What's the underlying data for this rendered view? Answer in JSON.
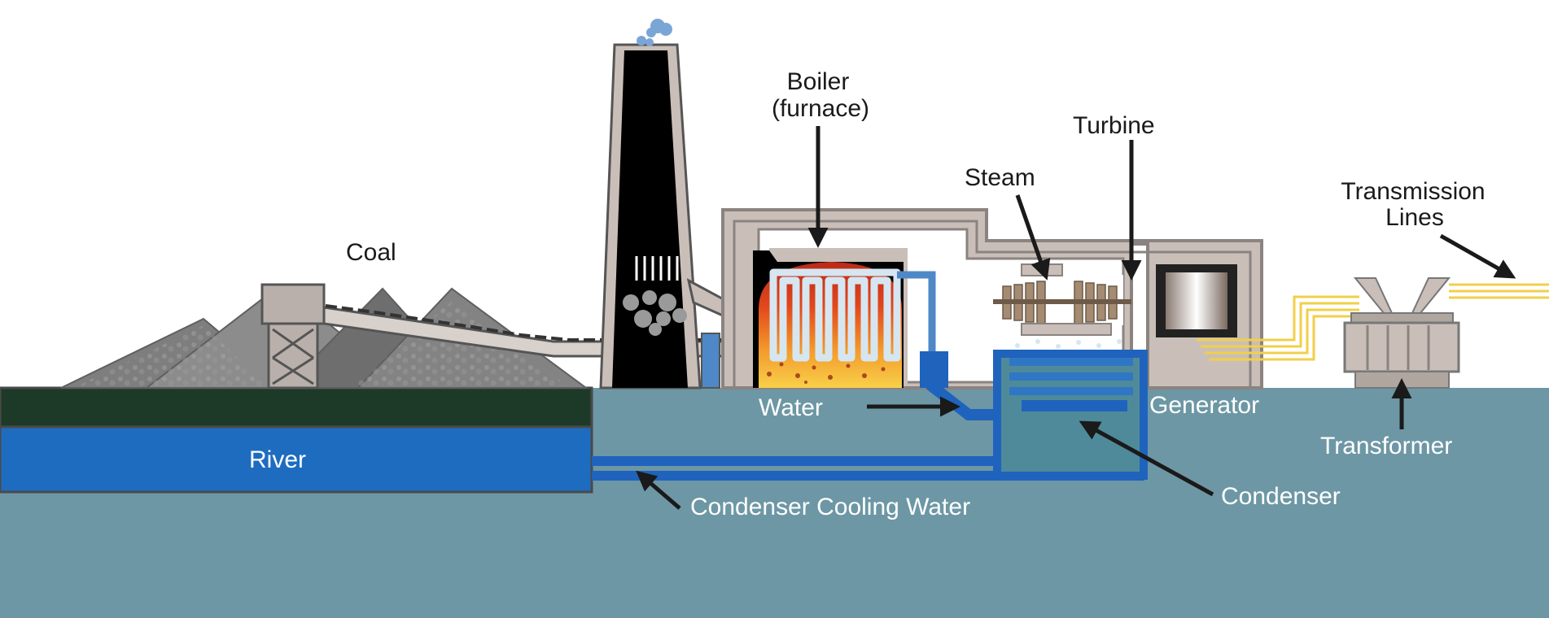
{
  "diagram": {
    "labels": {
      "coal": "Coal",
      "boiler_line1": "Boiler",
      "boiler_line2": "(furnace)",
      "steam": "Steam",
      "turbine": "Turbine",
      "transmission_line1": "Transmission",
      "transmission_line2": "Lines",
      "water": "Water",
      "generator": "Generator",
      "transformer": "Transformer",
      "condenser": "Condenser",
      "river": "River",
      "condenser_cooling_water": "Condenser Cooling Water"
    },
    "colors": {
      "ground": "#6d97a5",
      "river": "#1e6cc0",
      "grass": "#1d3a29",
      "building": "#c9bfb8",
      "building_outline": "#8a8380",
      "pipe": "#1f63bd",
      "chimney": "#000000",
      "fire_hot": "#f8c23a",
      "fire_red": "#d9351d",
      "wire": "#f2cf4a",
      "coal_pile": "#7e7e7e",
      "text_dark": "#1a1a1a",
      "text_light": "#ffffff"
    }
  }
}
